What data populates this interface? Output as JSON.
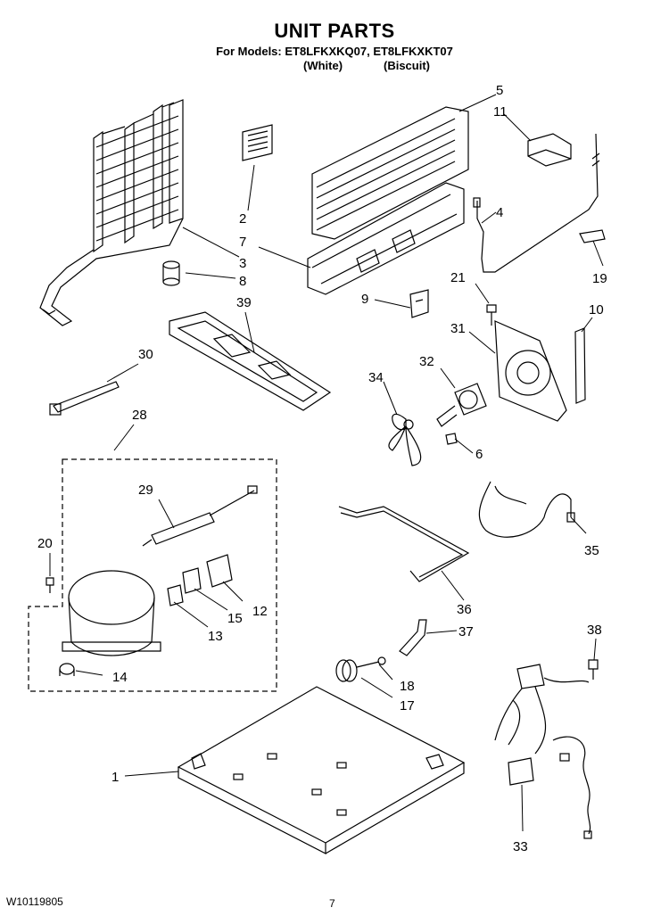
{
  "header": {
    "title": "UNIT PARTS",
    "for_models": "For Models: ET8LFKXKQ07, ET8LFKXKT07",
    "color_white": "(White)",
    "color_biscuit": "(Biscuit)"
  },
  "callouts": [
    "1",
    "2",
    "3",
    "4",
    "5",
    "6",
    "7",
    "8",
    "9",
    "10",
    "11",
    "12",
    "13",
    "14",
    "15",
    "17",
    "18",
    "19",
    "20",
    "21",
    "28",
    "29",
    "30",
    "31",
    "32",
    "33",
    "34",
    "35",
    "36",
    "37",
    "38",
    "39"
  ],
  "footer": {
    "doc_number": "W10119805",
    "page_number": "7"
  }
}
